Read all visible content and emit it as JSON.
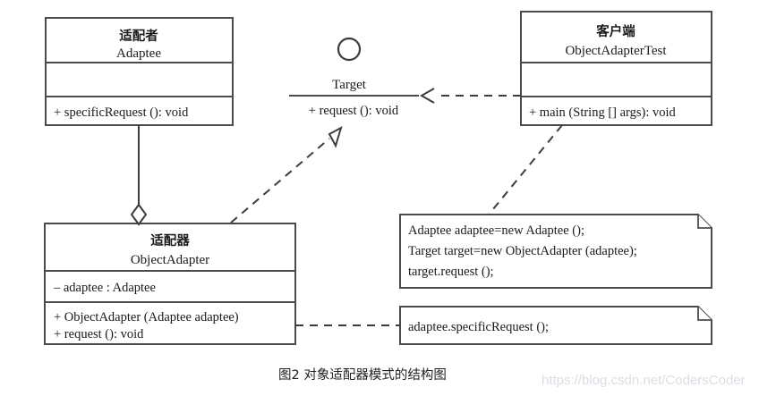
{
  "diagram": {
    "title_caption": "图2 对象适配器模式的结构图",
    "watermark": "https://blog.csdn.net/CodersCoder",
    "classes": {
      "adaptee": {
        "stereotype_cn": "适配者",
        "name": "Adaptee",
        "attributes": [],
        "methods": [
          "+ specificRequest (): void"
        ]
      },
      "object_adapter": {
        "stereotype_cn": "适配器",
        "name": "ObjectAdapter",
        "attributes": [
          "– adaptee : Adaptee"
        ],
        "methods": [
          "+ ObjectAdapter (Adaptee adaptee)",
          "+ request (): void"
        ]
      },
      "client": {
        "stereotype_cn": "客户端",
        "name": "ObjectAdapterTest",
        "attributes": [],
        "methods": [
          "+ main (String [] args): void"
        ]
      }
    },
    "interface": {
      "name": "Target",
      "operation": "+ request (): void"
    },
    "notes": [
      {
        "id": "client-code-note",
        "lines": [
          "Adaptee adaptee=new Adaptee ();",
          "Target target=new ObjectAdapter (adaptee);",
          "target.request ();"
        ]
      },
      {
        "id": "adapter-code-note",
        "lines": [
          "adaptee.specificRequest ();"
        ]
      }
    ],
    "relationships": [
      {
        "id": "aggregation",
        "kind": "aggregation",
        "from": "Adaptee",
        "to": "ObjectAdapter"
      },
      {
        "id": "realization",
        "kind": "realization",
        "from": "ObjectAdapter",
        "to": "Target"
      },
      {
        "id": "dependency",
        "kind": "dependency",
        "from": "ObjectAdapterTest",
        "to": "Target"
      },
      {
        "id": "note-link-client",
        "kind": "note-link",
        "from": "ObjectAdapterTest",
        "to": "client-code-note"
      },
      {
        "id": "note-link-adapter",
        "kind": "note-link",
        "from": "ObjectAdapter",
        "to": "adapter-code-note"
      }
    ],
    "colors": {
      "background": "#ffffff",
      "stroke": "#4a4a4a",
      "text": "#1a1a1a",
      "watermark": "#dadde3"
    }
  }
}
